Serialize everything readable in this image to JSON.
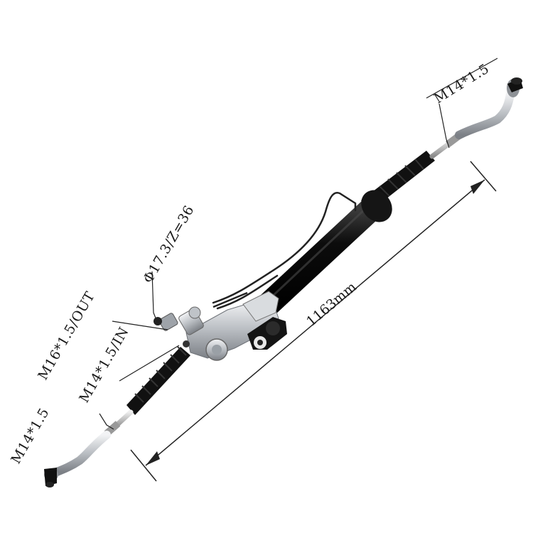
{
  "labels": {
    "tie_end_right": "M14*1.5",
    "pinion": "Φ17.3/Z=36",
    "port_out": "M16*1.5/OUT",
    "port_in": "M14*1.5/IN",
    "tie_end_left": "M14*1.5",
    "overall_length": "1163mm"
  },
  "colors": {
    "rack_tube": "#0f0f0f",
    "boot": "#111111",
    "metal": "#c9ccd0",
    "leader_line": "#222222"
  }
}
